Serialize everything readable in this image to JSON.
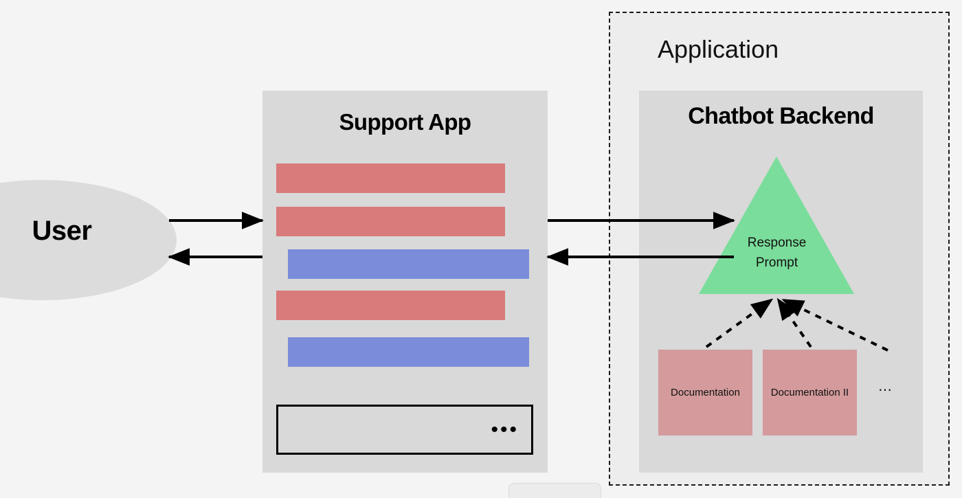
{
  "diagram": {
    "title": "Chatbot RAG architecture diagram",
    "background_color": "#f4f4f4"
  },
  "actor": {
    "name": "user-actor",
    "label": "User",
    "shape": "ellipse",
    "fill": "#dcdcdc"
  },
  "support_app": {
    "title": "Support App",
    "panel_fill": "#d9d9d9",
    "messages": [
      {
        "id": "msg-1",
        "direction": "incoming",
        "color": "#d97b7b",
        "label": ""
      },
      {
        "id": "msg-2",
        "direction": "incoming",
        "color": "#d97b7b",
        "label": ""
      },
      {
        "id": "msg-3",
        "direction": "outgoing",
        "color": "#7b8cdb",
        "label": ""
      },
      {
        "id": "msg-4",
        "direction": "incoming",
        "color": "#d97b7b",
        "label": ""
      },
      {
        "id": "msg-5",
        "direction": "outgoing",
        "color": "#7b8cdb",
        "label": ""
      }
    ],
    "composer": {
      "placeholder": "",
      "value": "",
      "ellipsis": "•••"
    }
  },
  "application": {
    "label": "Application",
    "border_style": "dashed",
    "fill": "#ededed"
  },
  "chatbot_backend": {
    "title": "Chatbot Backend",
    "panel_fill": "#d9d9d9",
    "prompt_node": {
      "name": "response-prompt",
      "label_line1": "Response",
      "label_line2": "Prompt",
      "shape": "triangle",
      "fill": "#7bdd9b"
    },
    "sources": [
      {
        "id": "doc-1",
        "label": "Documentation",
        "fill": "#d49a9c"
      },
      {
        "id": "doc-2",
        "label": "Documentation II",
        "fill": "#d49a9c"
      }
    ],
    "sources_overflow": "⋯"
  },
  "connections": [
    {
      "name": "user-to-app",
      "from": "User",
      "to": "Support App",
      "style": "solid",
      "direction": "forward"
    },
    {
      "name": "app-to-user",
      "from": "Support App",
      "to": "User",
      "style": "solid",
      "direction": "backward"
    },
    {
      "name": "app-to-backend",
      "from": "Support App",
      "to": "Response Prompt",
      "style": "solid",
      "direction": "forward"
    },
    {
      "name": "backend-to-app",
      "from": "Response Prompt",
      "to": "Support App",
      "style": "solid",
      "direction": "backward"
    },
    {
      "name": "doc1-to-prompt",
      "from": "Documentation",
      "to": "Response Prompt",
      "style": "dashed",
      "direction": "forward"
    },
    {
      "name": "doc2-to-prompt",
      "from": "Documentation II",
      "to": "Response Prompt",
      "style": "dashed",
      "direction": "forward"
    },
    {
      "name": "docN-to-prompt",
      "from": "more documents",
      "to": "Response Prompt",
      "style": "dashed",
      "direction": "forward"
    }
  ]
}
